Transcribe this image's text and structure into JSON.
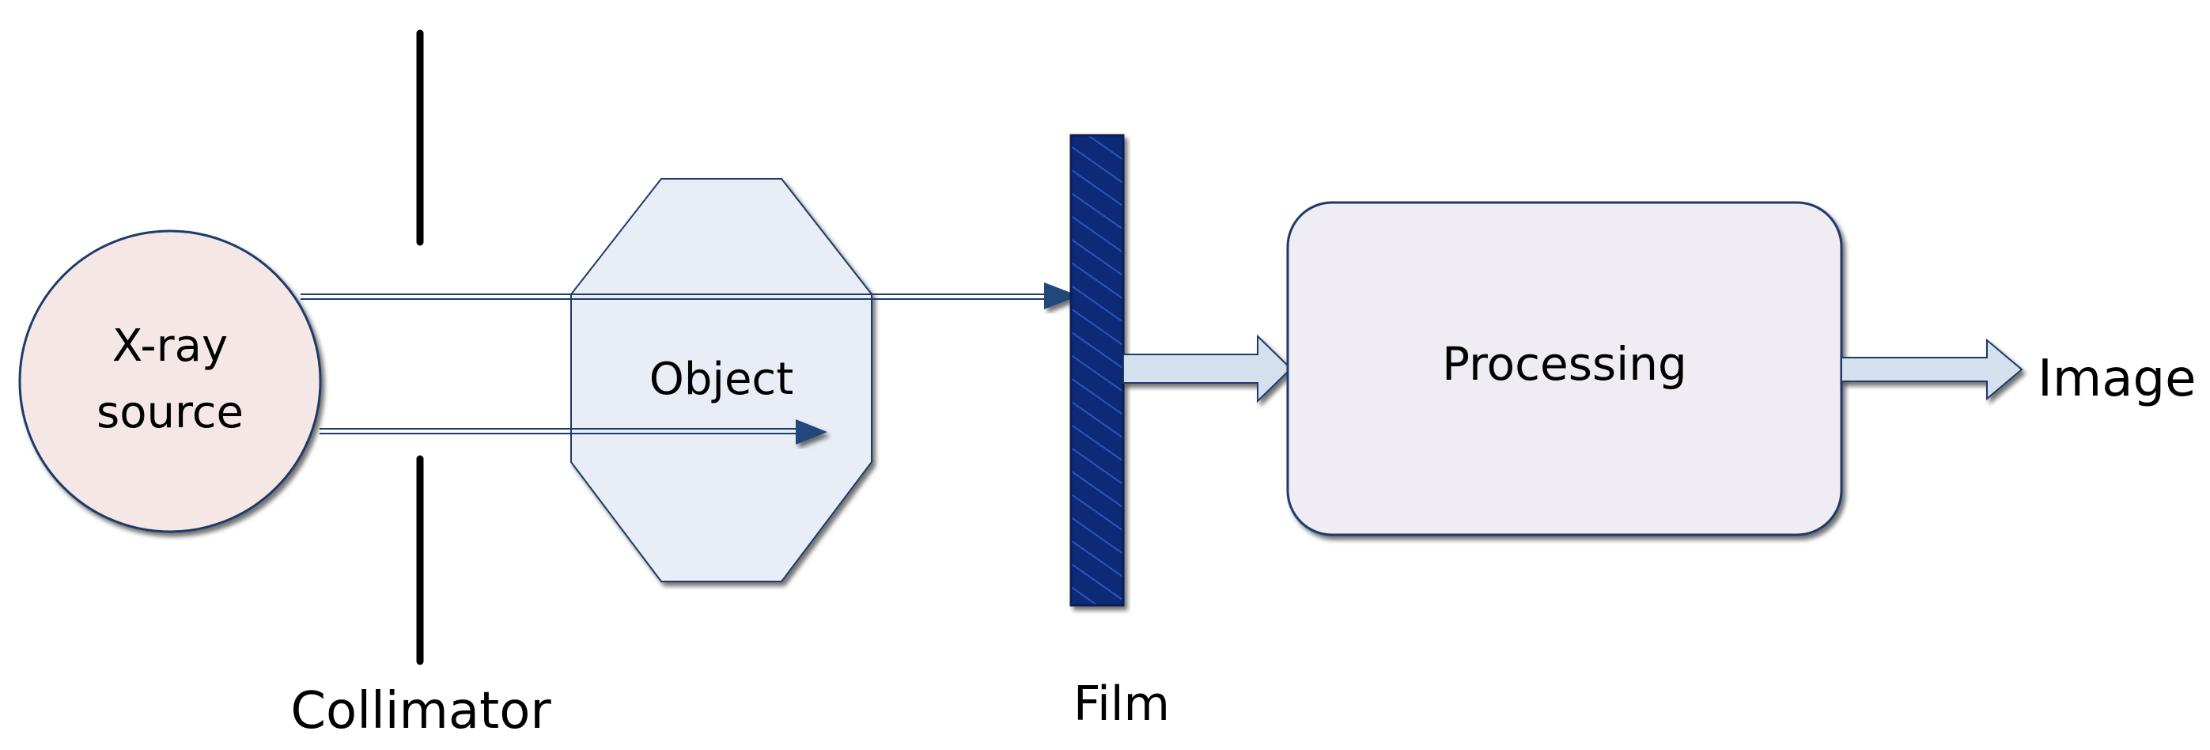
{
  "nodes": {
    "source_line1": "X-ray",
    "source_line2": "source",
    "object": "Object",
    "processing": "Processing"
  },
  "labels": {
    "collimator": "Collimator",
    "film": "Film",
    "image": "Image"
  },
  "colors": {
    "source_fill": "#f6e7e7",
    "object_fill": "#e9eef6",
    "processing_fill": "#efecf4",
    "outline": "#1f3a68",
    "film_fill": "#0f2a78",
    "film_edge": "#0a1f55",
    "arrow_head": "#23477a",
    "block_arrow_fill": "#d4e0ee",
    "collimator": "#000000"
  }
}
